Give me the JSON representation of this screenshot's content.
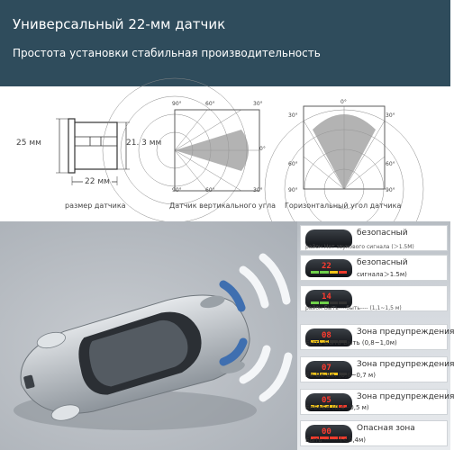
{
  "header": {
    "title": "Универсальный 22-мм датчик",
    "subtitle": "Простота установки стабильная производительность"
  },
  "sensor_size": {
    "height_outer": "25 мм",
    "height_inner": "21. 3 мм",
    "width": "22 мм",
    "caption": "размер датчика"
  },
  "vertical_angle": {
    "ticks_top": [
      "90°",
      "60°",
      "30°"
    ],
    "tick_right": "0°",
    "ticks_bottom": [
      "90°",
      "60°",
      "30°"
    ],
    "caption": "Датчик вертикального угла"
  },
  "horizontal_angle": {
    "tick_top": "0°",
    "ticks_left": [
      "30°",
      "60°",
      "90°"
    ],
    "ticks_right": [
      "30°",
      "60°",
      "90°"
    ],
    "caption": "Горизонтальный угол датчика"
  },
  "panels": [
    {
      "display": "",
      "label": "безопасный",
      "note": "район Нет звукового сигнала (＞1.5M)"
    },
    {
      "display": "22",
      "label": "безопасный",
      "note": "сигнала＞1.5м)"
    },
    {
      "display": "14",
      "label": "",
      "note": "район Быть----быть---- (1,1~1,5 м)"
    },
    {
      "display": "08",
      "label": "Зона предупреждения",
      "note": "Быть-Быть-Быть (0,8~1,0м)"
    },
    {
      "display": "07",
      "label": "Зона предупреждения",
      "note": "Бе-Бе-Бе. (0,6~0,7 м)"
    },
    {
      "display": "05",
      "label": "Зона предупреждения",
      "note": "БеБеБе (0,4~0,5 м)"
    },
    {
      "display": "00",
      "label": "Опасная зона",
      "note": "Быть ------ (＜0,4м)"
    }
  ],
  "colors": {
    "header_bg": "#2f4c5c",
    "radar_blue": "#3f6fb0",
    "digit_red": "#ff3b2f",
    "bar_green": "#6fd04a",
    "bar_yellow": "#f2c419",
    "bar_red": "#ef3b2c"
  }
}
